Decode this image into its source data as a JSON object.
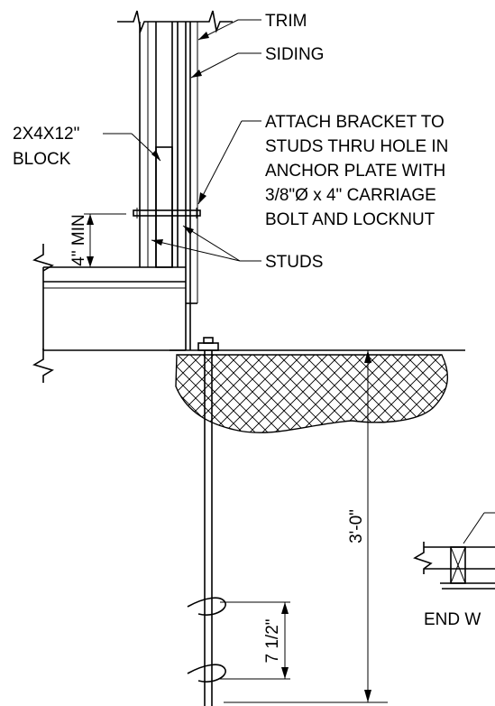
{
  "labels": {
    "trim": "TRIM",
    "siding": "SIDING",
    "block_line1": "2X4X12\"",
    "block_line2": "BLOCK",
    "attach_line1": "ATTACH BRACKET TO",
    "attach_line2": "STUDS THRU HOLE IN",
    "attach_line3": "ANCHOR PLATE WITH",
    "attach_line4": "3/8\"Ø x 4\" CARRIAGE",
    "attach_line5": "BOLT AND LOCKNUT",
    "studs": "STUDS",
    "end_wall": "END W"
  },
  "dimensions": {
    "four_min": "4\" MIN",
    "three_ft": "3'-0\"",
    "seven_half": "7 1/2\""
  },
  "colors": {
    "line": "#000000",
    "background": "#ffffff"
  }
}
